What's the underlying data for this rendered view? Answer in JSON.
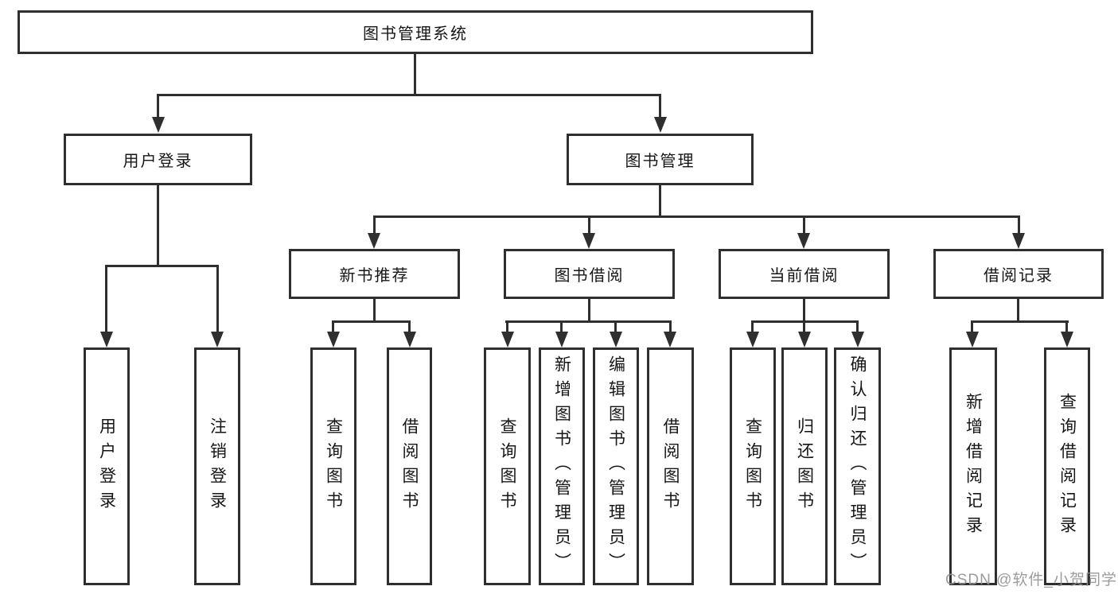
{
  "colors": {
    "line": "#2f2f2f",
    "text": "#161616",
    "watermark": "#949494",
    "background": "#ffffff"
  },
  "tree": {
    "label": "图书管理系统",
    "children": [
      {
        "label": "用户登录",
        "children": [
          {
            "label": "用户登录"
          },
          {
            "label": "注销登录"
          }
        ]
      },
      {
        "label": "图书管理",
        "children": [
          {
            "label": "新书推荐",
            "children": [
              {
                "label": "查询图书"
              },
              {
                "label": "借阅图书"
              }
            ]
          },
          {
            "label": "图书借阅",
            "children": [
              {
                "label": "查询图书"
              },
              {
                "label": "新增图书（管理员）"
              },
              {
                "label": "编辑图书（管理员）"
              },
              {
                "label": "借阅图书"
              }
            ]
          },
          {
            "label": "当前借阅",
            "children": [
              {
                "label": "查询图书"
              },
              {
                "label": "归还图书"
              },
              {
                "label": "确认归还（管理员）"
              }
            ]
          },
          {
            "label": "借阅记录",
            "children": [
              {
                "label": "新增借阅记录"
              },
              {
                "label": "查询借阅记录"
              }
            ]
          }
        ]
      }
    ]
  },
  "watermark": "CSDN @软件_小贺同学"
}
